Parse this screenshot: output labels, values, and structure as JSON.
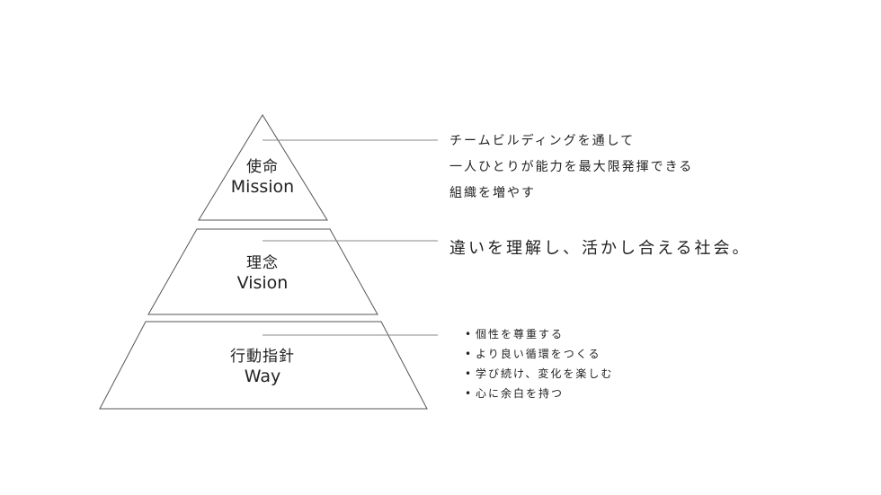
{
  "tiers": [
    {
      "jp": "使命",
      "en": "Mission"
    },
    {
      "jp": "理念",
      "en": "Vision"
    },
    {
      "jp": "行動指針",
      "en": "Way"
    }
  ],
  "mission_text": [
    "チームビルディングを通して",
    "一人ひとりが能力を最大限発揮できる",
    "組織を増やす"
  ],
  "vision_text": "違いを理解し、活かし合える社会。",
  "way_items": [
    "個性を尊重する",
    "より良い循環をつくる",
    "学び続け、変化を楽しむ",
    "心に余白を持つ"
  ]
}
